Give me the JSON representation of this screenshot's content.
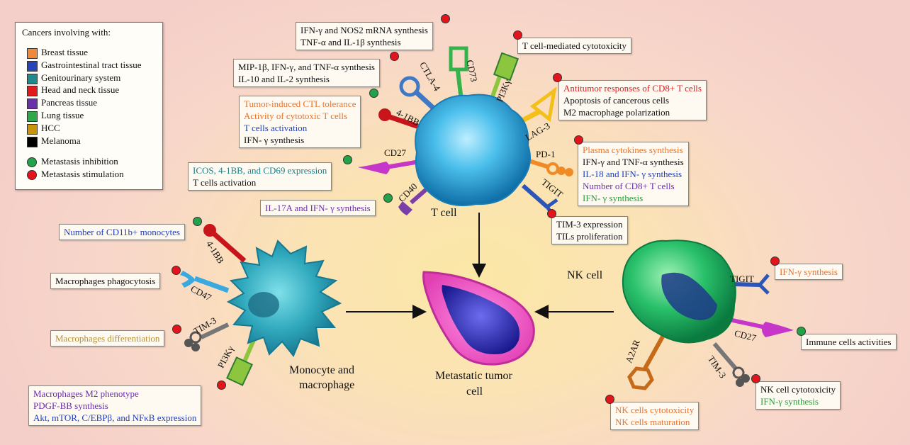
{
  "legend": {
    "title": "Cancers involving with:",
    "items": [
      {
        "label": "Breast tissue",
        "color": "#ef8a3c"
      },
      {
        "label": "Gastrointestinal tract tissue",
        "color": "#2444b8"
      },
      {
        "label": "Genitourinary system",
        "color": "#1e8a8e"
      },
      {
        "label": "Head and neck tissue",
        "color": "#e31a1c"
      },
      {
        "label": "Pancreas tissue",
        "color": "#6b32a8"
      },
      {
        "label": "Lung tissue",
        "color": "#2ea84a"
      },
      {
        "label": "HCC",
        "color": "#c8940c"
      },
      {
        "label": "Melanoma",
        "color": "#000000"
      }
    ],
    "markers": [
      {
        "label": "Metastasis inhibition",
        "color": "#22a34a"
      },
      {
        "label": "Metastasis stimulation",
        "color": "#e3141b"
      }
    ]
  },
  "cells": {
    "t_cell": "T cell",
    "nk_cell": "NK cell",
    "monocyte_line1": "Monocyte and",
    "monocyte_line2": "macrophage",
    "tumor_line1": "Metastatic tumor",
    "tumor_line2": "cell"
  },
  "receptors": {
    "ctla4": "CTLA-4",
    "cd73": "CD73",
    "pi3k_t": "PI3Kγ",
    "lag3": "LAG-3",
    "fourbb_t": "4-1BB",
    "pd1": "PD-1",
    "cd27_t": "CD27",
    "cd40": "CD40",
    "tigit_t": "TIGIT",
    "fourbb_m": "4-1BB",
    "cd47": "CD47",
    "tim3_m": "TIM-3",
    "pi3k_m": "PI3Kγ",
    "tigit_nk": "TIGIT",
    "cd27_nk": "CD27",
    "tim3_nk": "TIM-3",
    "a2ar": "A2AR"
  },
  "boxes": {
    "ifn_nos2": {
      "lines": [
        {
          "text": "IFN-γ and NOS2 mRNA synthesis",
          "color": "black"
        },
        {
          "text": "TNF-α and IL-1β synthesis",
          "color": "black"
        }
      ]
    },
    "tcell_cyto": {
      "lines": [
        {
          "text": "T cell-mediated cytotoxicity",
          "color": "black"
        }
      ]
    },
    "mip": {
      "lines": [
        {
          "text": "MIP-1β, IFN-γ, and TNF-α synthesis",
          "color": "black"
        },
        {
          "text": "IL-10 and IL-2 synthesis",
          "color": "black"
        }
      ]
    },
    "antitumor": {
      "lines": [
        {
          "text": "Antitumor responses of CD8+ T cells",
          "color": "red"
        },
        {
          "text": "Apoptosis of cancerous cells",
          "color": "black"
        },
        {
          "text": "M2 macrophage polarization",
          "color": "black"
        }
      ]
    },
    "ctl": {
      "lines": [
        {
          "text": "Tumor-induced CTL tolerance",
          "color": "orange"
        },
        {
          "text": "Activity of cytotoxic T cells",
          "color": "orange"
        },
        {
          "text": "T cells activation",
          "color": "blue"
        },
        {
          "text": "IFN- γ synthesis",
          "color": "black"
        }
      ]
    },
    "plasma": {
      "lines": [
        {
          "text": "Plasma cytokines synthesis",
          "color": "orange"
        },
        {
          "text": "IFN-γ and TNF-α synthesis",
          "color": "black"
        },
        {
          "text": "IL-18 and IFN- γ synthesis",
          "color": "blue"
        },
        {
          "text": "Number of CD8+ T cells",
          "color": "purple"
        },
        {
          "text": "IFN- γ synthesis",
          "color": "green"
        }
      ]
    },
    "icos": {
      "lines": [
        {
          "text": "ICOS, 4-1BB, and CD69 expression",
          "color": "teal"
        },
        {
          "text": "T cells activation",
          "color": "black"
        }
      ]
    },
    "il17": {
      "lines": [
        {
          "text": "IL-17A and IFN- γ synthesis",
          "color": "purple"
        }
      ]
    },
    "tim3_exp": {
      "lines": [
        {
          "text": "TIM-3 expression",
          "color": "black"
        },
        {
          "text": "TILs proliferation",
          "color": "black"
        }
      ]
    },
    "cd11b": {
      "lines": [
        {
          "text": "Number of CD11b+ monocytes",
          "color": "blue"
        }
      ]
    },
    "phago": {
      "lines": [
        {
          "text": "Macrophages  phagocytosis",
          "color": "black"
        }
      ]
    },
    "mdiff": {
      "lines": [
        {
          "text": "Macrophages differentiation",
          "color": "olive"
        }
      ]
    },
    "m2": {
      "lines": [
        {
          "text": "Macrophages M2 phenotype",
          "color": "purple"
        },
        {
          "text": "PDGF-BB synthesis",
          "color": "purple"
        },
        {
          "text": "Akt, mTOR, C/EBPβ, and NFκB expression",
          "color": "blue"
        }
      ]
    },
    "ifn_nk": {
      "lines": [
        {
          "text": "IFN-γ synthesis",
          "color": "orange"
        }
      ]
    },
    "immune": {
      "lines": [
        {
          "text": "Immune cells activities",
          "color": "black"
        }
      ]
    },
    "nkcyto": {
      "lines": [
        {
          "text": "NK cell cytotoxicity",
          "color": "black"
        },
        {
          "text": "IFN-γ synthesis",
          "color": "green"
        }
      ]
    },
    "nkmat": {
      "lines": [
        {
          "text": "NK cells cytotoxicity",
          "color": "orange"
        },
        {
          "text": "NK cells maturation",
          "color": "orange"
        }
      ]
    }
  }
}
